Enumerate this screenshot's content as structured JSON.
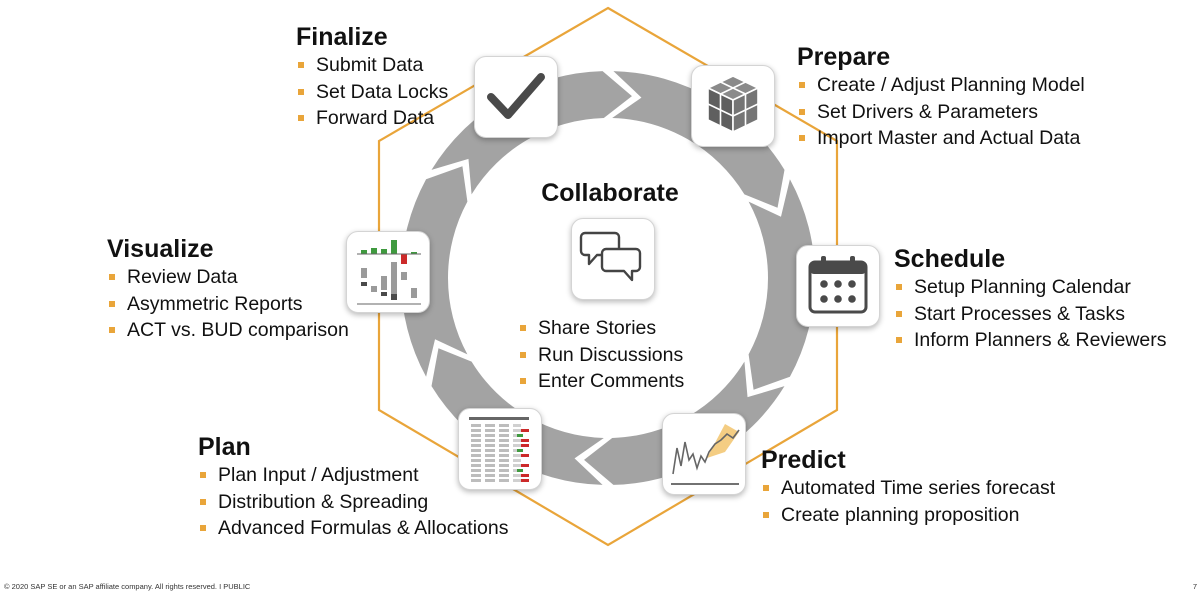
{
  "colors": {
    "accent": "#e9a53a",
    "ring": "#a3a3a3",
    "text": "#111111"
  },
  "center": {
    "title": "Collaborate",
    "icon": "chat-bubbles-icon",
    "items": [
      "Share Stories",
      "Run Discussions",
      "Enter Comments"
    ]
  },
  "finalize": {
    "title": "Finalize",
    "icon": "checkmark-icon",
    "items": [
      "Submit Data",
      "Set Data Locks",
      "Forward Data"
    ]
  },
  "prepare": {
    "title": "Prepare",
    "icon": "cube-icon",
    "items": [
      "Create / Adjust Planning Model",
      "Set Drivers & Parameters",
      "Import Master and Actual Data"
    ]
  },
  "schedule": {
    "title": "Schedule",
    "icon": "calendar-icon",
    "items": [
      "Setup Planning Calendar",
      "Start Processes & Tasks",
      "Inform Planners & Reviewers"
    ]
  },
  "predict": {
    "title": "Predict",
    "icon": "forecast-chart-icon",
    "items": [
      "Automated Time series forecast",
      "Create planning proposition"
    ]
  },
  "plan": {
    "title": "Plan",
    "icon": "spreadsheet-icon",
    "items": [
      "Plan Input / Adjustment",
      "Distribution & Spreading",
      "Advanced Formulas & Allocations"
    ]
  },
  "visualize": {
    "title": "Visualize",
    "icon": "variance-chart-icon",
    "items": [
      "Review Data",
      "Asymmetric Reports",
      "ACT vs. BUD comparison"
    ]
  },
  "footer": {
    "copyright": "© 2020 SAP SE or an SAP affiliate company. All rights reserved.  I   PUBLIC",
    "page": "7"
  }
}
